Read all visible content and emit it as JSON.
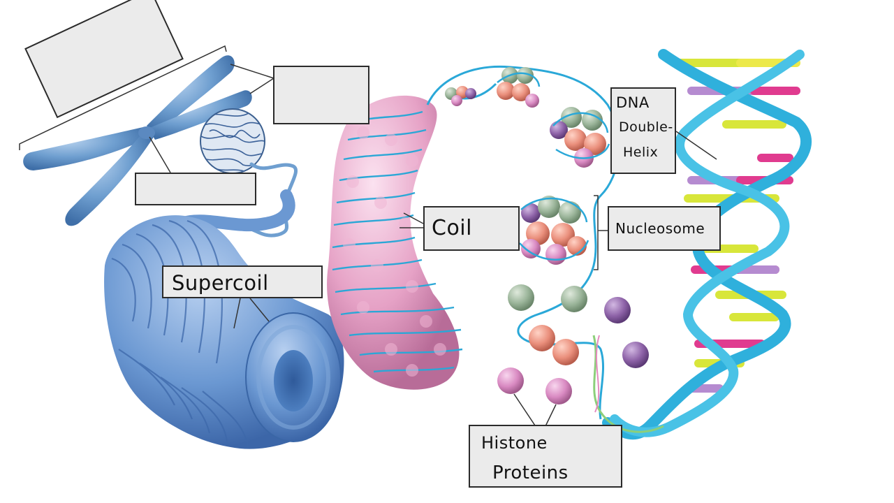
{
  "labels": {
    "chromosome": "",
    "chromatid": "",
    "centromere": "",
    "supercoil": "Supercoil",
    "coil": "Coil",
    "nucleosome": "Nucleosome",
    "dna_line1": "DNA",
    "dna_line2": "Double-",
    "dna_line3": "Helix",
    "histone_line1": "Histone",
    "histone_line2": "Proteins"
  },
  "colors": {
    "chromosome": "#6f9fd0",
    "supercoil": "#5f8fca",
    "coil_pink": "#e6a2c6",
    "dna_backbone": "#38b5dc",
    "histone_green": "#9bb59a",
    "histone_salmon": "#ea8f7c",
    "histone_purple": "#8e63a8",
    "histone_pink": "#d98ac2"
  },
  "icons": {
    "chromosome": "chromosome-icon",
    "supercoil": "supercoil-icon",
    "coil": "coil-icon",
    "dna": "double-helix-icon",
    "histone": "histone-sphere-icon"
  }
}
